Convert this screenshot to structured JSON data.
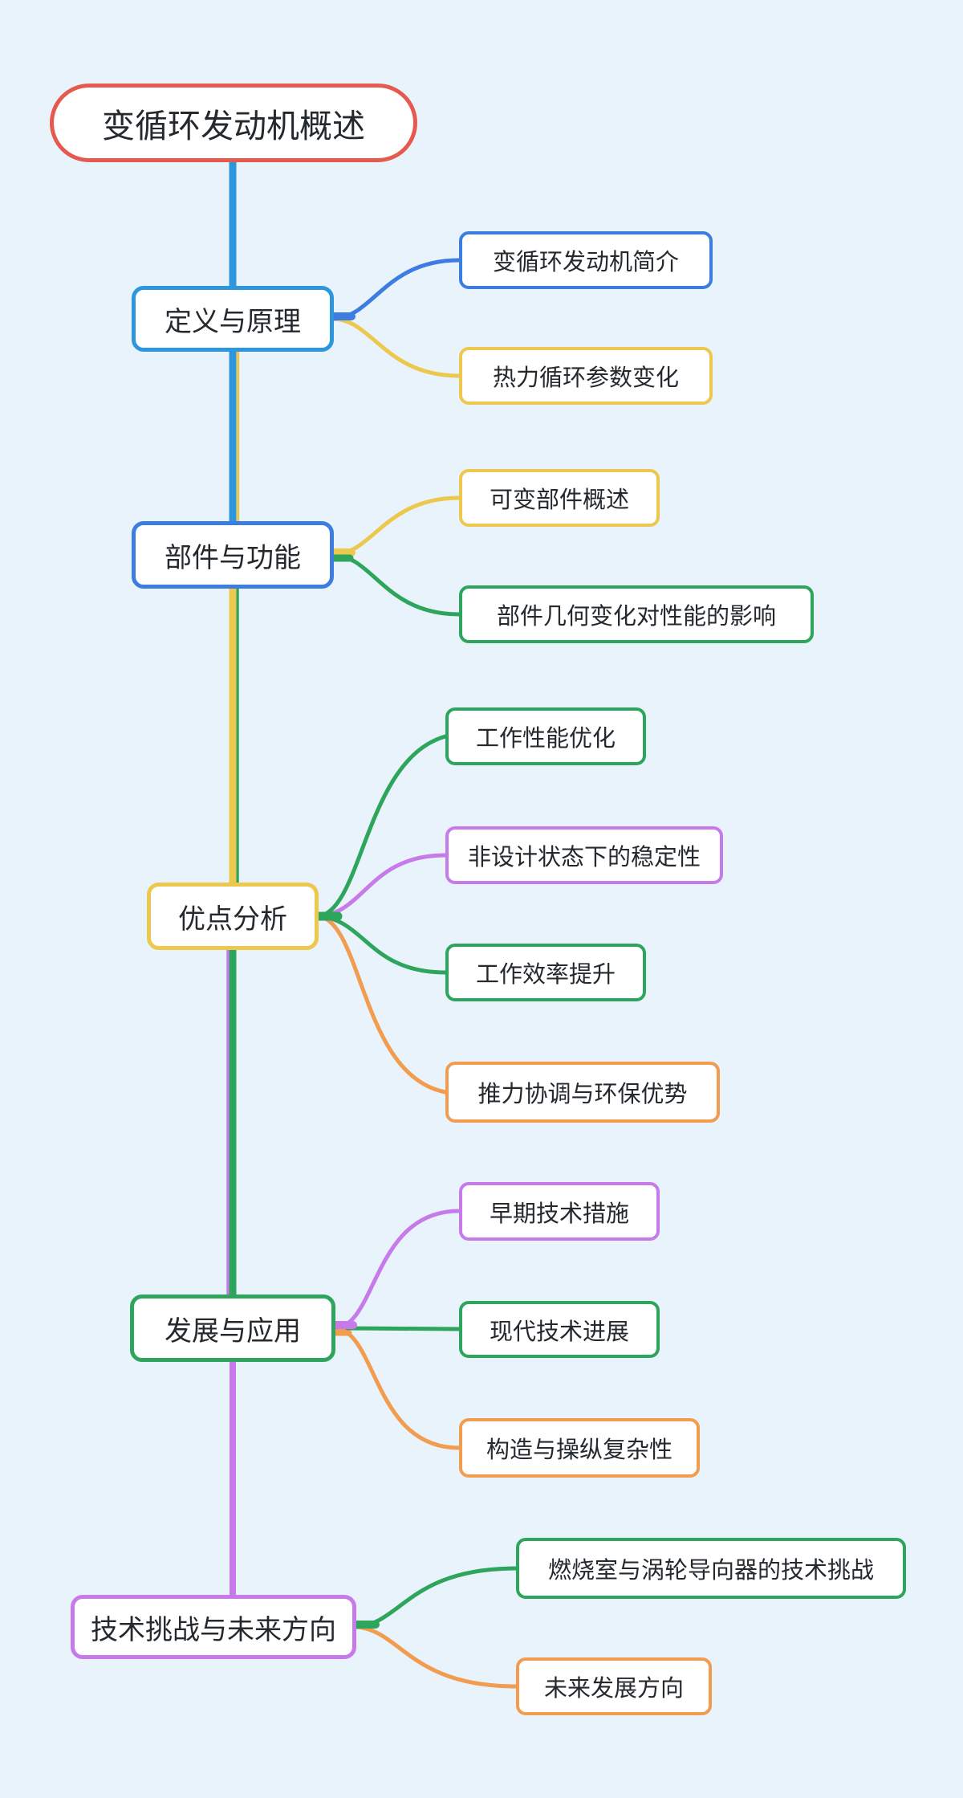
{
  "page": {
    "background_color": "#e9f3fb",
    "text_color": "#24292e"
  },
  "palette": {
    "red": "#e6594f",
    "blue": "#2e96dc",
    "royal_blue": "#3d7ce0",
    "yellow": "#edc84f",
    "green": "#2ea55c",
    "purple": "#c77ae9",
    "orange": "#f19c4f"
  },
  "mindmap": {
    "root": {
      "label": "变循环发动机概述",
      "border_color": "#e6594f"
    },
    "sections": [
      {
        "label": "定义与原理",
        "border_color": "#2e96dc",
        "children": [
          {
            "label": "变循环发动机简介",
            "border_color": "#3d7ce0"
          },
          {
            "label": "热力循环参数变化",
            "border_color": "#edc84f"
          }
        ]
      },
      {
        "label": "部件与功能",
        "border_color": "#3d7ce0",
        "children": [
          {
            "label": "可变部件概述",
            "border_color": "#edc84f"
          },
          {
            "label": "部件几何变化对性能的影响",
            "border_color": "#2ea55c"
          }
        ]
      },
      {
        "label": "优点分析",
        "border_color": "#edc84f",
        "children": [
          {
            "label": "工作性能优化",
            "border_color": "#2ea55c"
          },
          {
            "label": "非设计状态下的稳定性",
            "border_color": "#c77ae9"
          },
          {
            "label": "工作效率提升",
            "border_color": "#2ea55c"
          },
          {
            "label": "推力协调与环保优势",
            "border_color": "#f19c4f"
          }
        ]
      },
      {
        "label": "发展与应用",
        "border_color": "#2ea55c",
        "children": [
          {
            "label": "早期技术措施",
            "border_color": "#c77ae9"
          },
          {
            "label": "现代技术进展",
            "border_color": "#2ea55c"
          },
          {
            "label": "构造与操纵复杂性",
            "border_color": "#f19c4f"
          }
        ]
      },
      {
        "label": "技术挑战与未来方向",
        "border_color": "#c77ae9",
        "children": [
          {
            "label": "燃烧室与涡轮导向器的技术挑战",
            "border_color": "#2ea55c"
          },
          {
            "label": "未来发展方向",
            "border_color": "#f19c4f"
          }
        ]
      }
    ]
  }
}
